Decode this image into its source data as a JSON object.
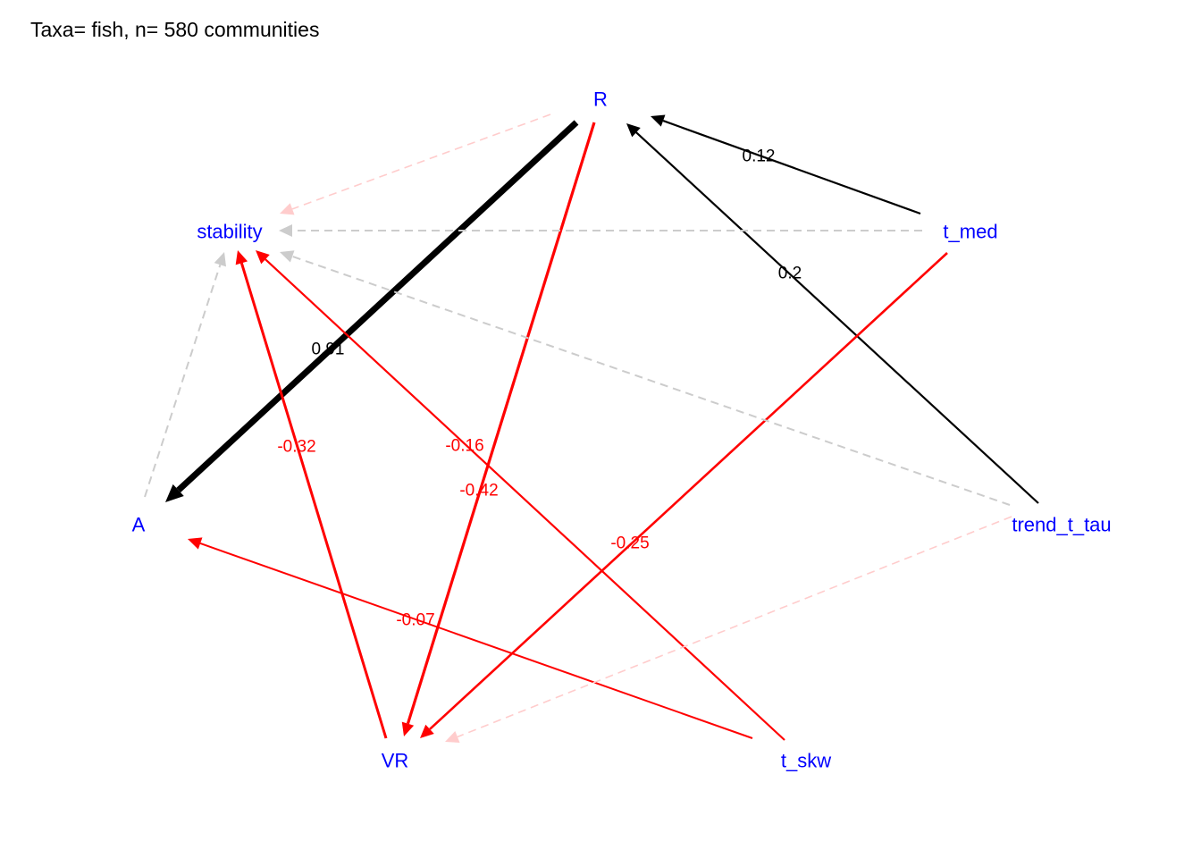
{
  "title": "Taxa= fish, n= 580 communities",
  "colors": {
    "node_text": "#0000ff",
    "positive": "#000000",
    "negative": "#ff0000",
    "ns_positive": "#cccccc",
    "ns_negative": "#ffcccc"
  },
  "nodes": [
    {
      "id": "R",
      "label": "R"
    },
    {
      "id": "stability",
      "label": "stability"
    },
    {
      "id": "t_med",
      "label": "t_med"
    },
    {
      "id": "A",
      "label": "A"
    },
    {
      "id": "trend_t_tau",
      "label": "trend_t_tau"
    },
    {
      "id": "VR",
      "label": "VR"
    },
    {
      "id": "t_skw",
      "label": "t_skw"
    }
  ],
  "edges": [
    {
      "from": "R",
      "to": "A",
      "label": "0.91",
      "sign": "positive",
      "significant": true
    },
    {
      "from": "t_med",
      "to": "R",
      "label": "0.12",
      "sign": "positive",
      "significant": true
    },
    {
      "from": "trend_t_tau",
      "to": "R",
      "label": "0.2",
      "sign": "positive",
      "significant": true
    },
    {
      "from": "R",
      "to": "VR",
      "label": "-0.42",
      "sign": "negative",
      "significant": true
    },
    {
      "from": "t_med",
      "to": "VR",
      "label": "-0.25",
      "sign": "negative",
      "significant": true
    },
    {
      "from": "VR",
      "to": "stability",
      "label": "-0.32",
      "sign": "negative",
      "significant": true
    },
    {
      "from": "t_skw",
      "to": "stability",
      "label": "-0.16",
      "sign": "negative",
      "significant": true
    },
    {
      "from": "t_skw",
      "to": "A",
      "label": "-0.07",
      "sign": "negative",
      "significant": true
    },
    {
      "from": "R",
      "to": "stability",
      "label": "",
      "sign": "negative",
      "significant": false
    },
    {
      "from": "t_med",
      "to": "stability",
      "label": "",
      "sign": "positive",
      "significant": false
    },
    {
      "from": "trend_t_tau",
      "to": "stability",
      "label": "",
      "sign": "positive",
      "significant": false
    },
    {
      "from": "A",
      "to": "stability",
      "label": "",
      "sign": "positive",
      "significant": false
    },
    {
      "from": "trend_t_tau",
      "to": "VR",
      "label": "",
      "sign": "negative",
      "significant": false
    }
  ]
}
